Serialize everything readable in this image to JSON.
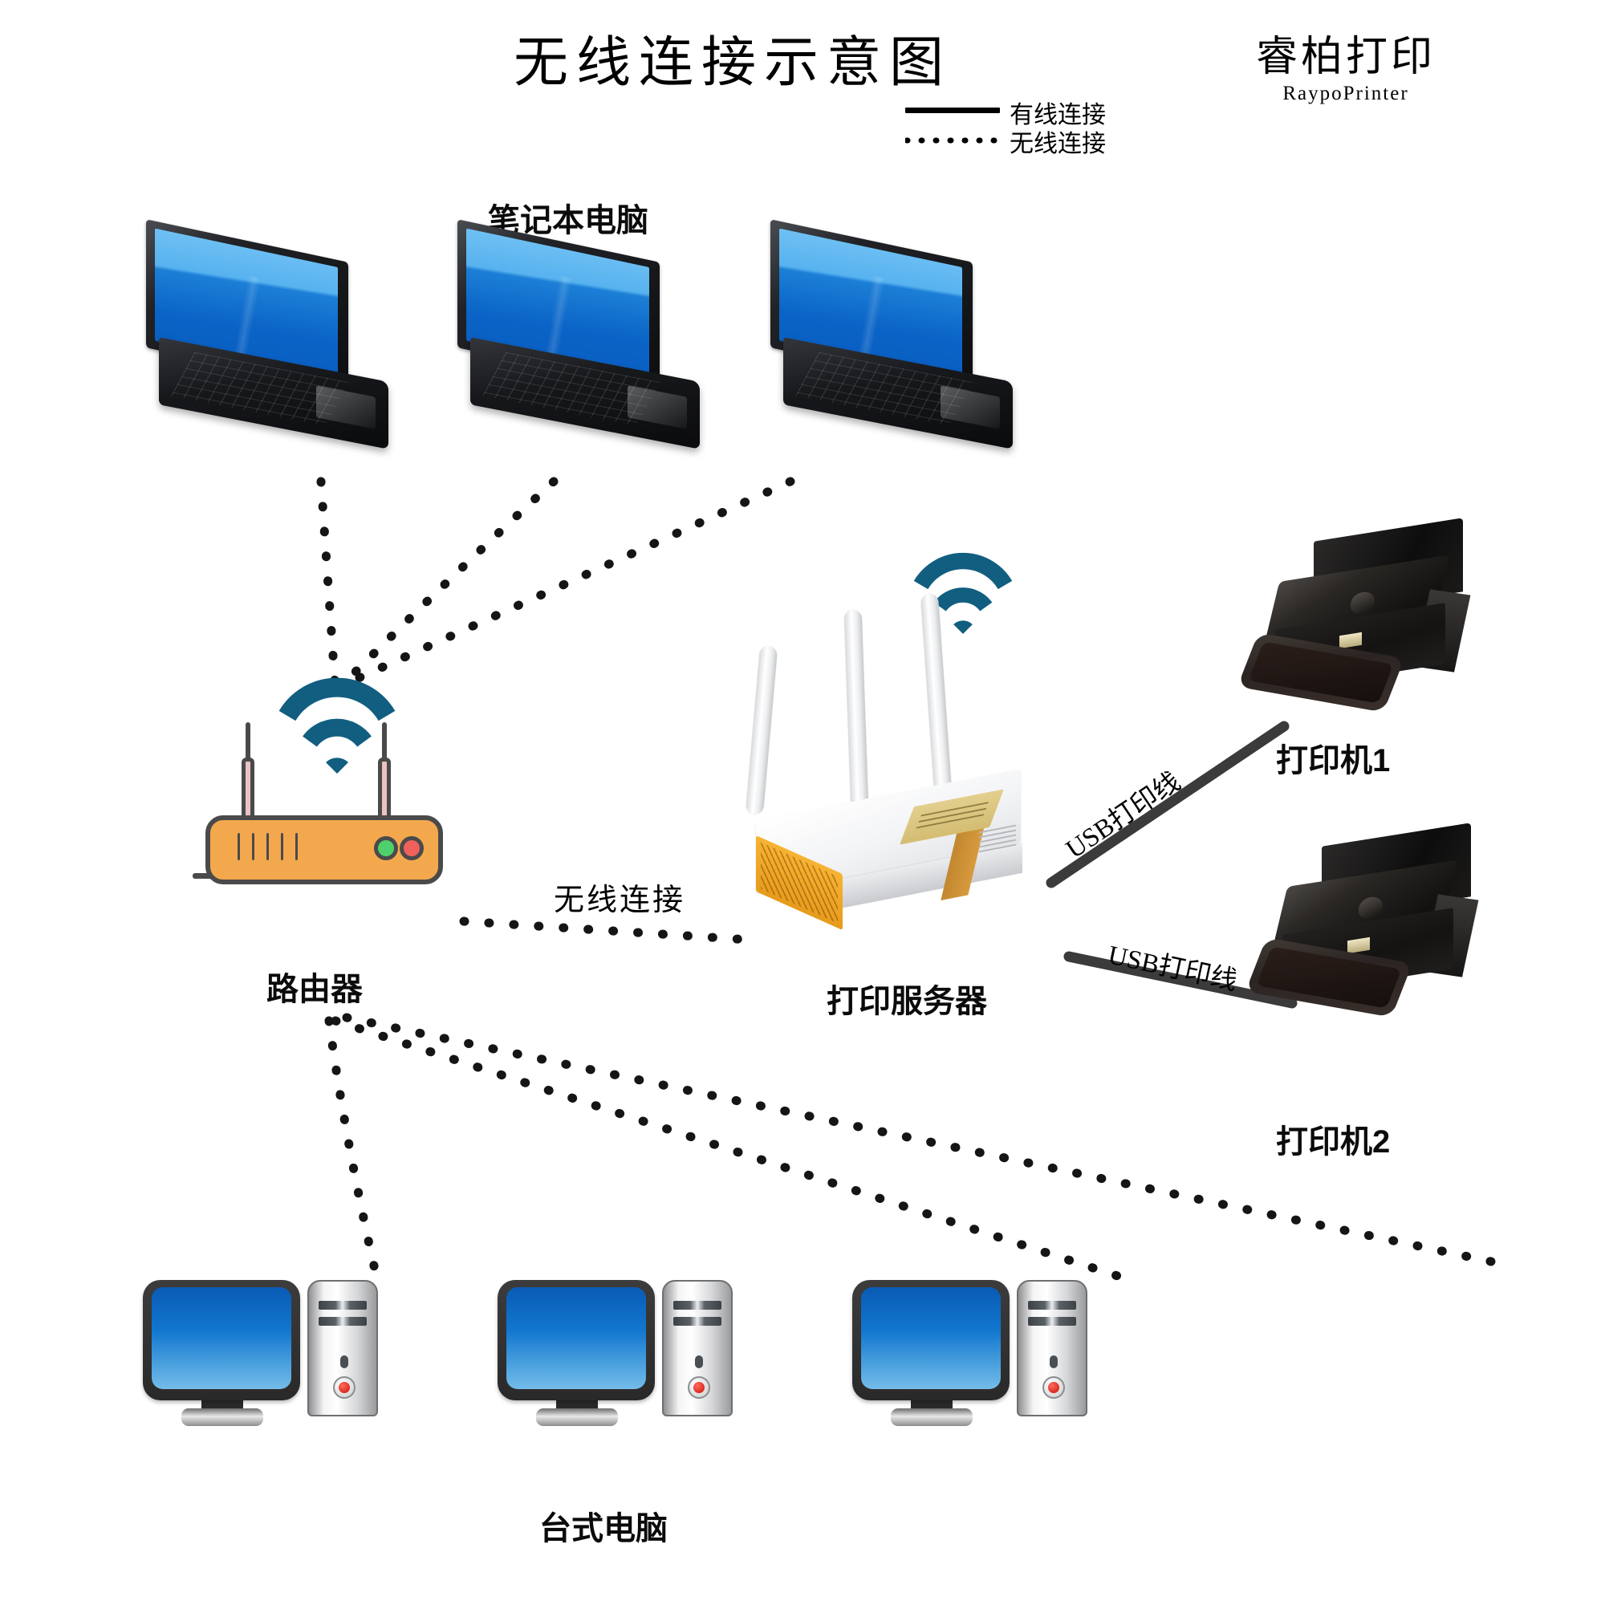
{
  "header": {
    "title": "无线连接示意图",
    "logo_cn": "睿柏打印",
    "logo_en": "RaypoPrinter"
  },
  "legend": {
    "wired_label": "有线连接",
    "wireless_label": "无线连接",
    "wired_style": "solid-line",
    "wireless_style": "dotted-line"
  },
  "groups": {
    "laptops_label": "笔记本电脑",
    "desktops_label": "台式电脑"
  },
  "devices": {
    "router_label": "路由器",
    "print_server_label": "打印服务器",
    "printer1_label": "打印机1",
    "printer2_label": "打印机2"
  },
  "links": {
    "router_to_server_label": "无线连接",
    "usb_cable_1_label": "USB打印线",
    "usb_cable_2_label": "USB打印线"
  },
  "colors": {
    "wifi_icon": "#115e80",
    "router_body": "#f4a84e",
    "router_outline": "#4a4a4a",
    "router_led_green": "#4ed16a",
    "router_led_red": "#f1615c",
    "screen_blue": "#0a5fb5",
    "cable": "#3b3b3b",
    "background": "#ffffff"
  },
  "counts": {
    "laptops": 3,
    "desktops": 3,
    "printers": 2,
    "wifi_icons": 2
  }
}
